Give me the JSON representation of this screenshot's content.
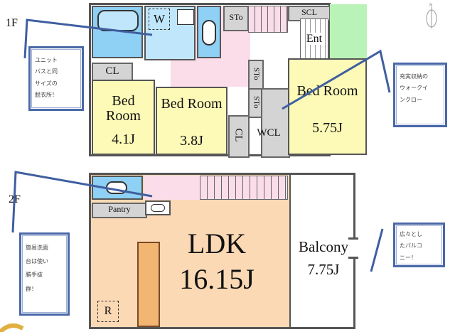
{
  "floors": {
    "first": {
      "label": "1F",
      "rooms": {
        "bed1": {
          "name": "Bed Room",
          "size": "4.1J"
        },
        "bed2": {
          "name": "Bed Room",
          "size": "3.8J"
        },
        "bed3": {
          "name": "Bed Room",
          "size": "5.75J"
        },
        "cl1": "CL",
        "cl2": "CL",
        "wcl": "WCL",
        "sto1": "STo",
        "sto2": "STo",
        "sto3": "STo",
        "scl": "SCL",
        "ent": "Ent",
        "washer": "W"
      },
      "notes": {
        "washroom": [
          "ユニット",
          "バスと同",
          "サイズの",
          "脱衣所！"
        ],
        "closet": [
          "充実収納の",
          "ウォークイ",
          "ンクロー"
        ]
      }
    },
    "second": {
      "label": "2F",
      "rooms": {
        "ldk": {
          "name": "LDK",
          "size": "16.15J"
        },
        "balcony": {
          "name": "Balcony",
          "size": "7.75J"
        },
        "pantry": "Pantry",
        "fridge": "R"
      },
      "notes": {
        "sink": [
          "簡易洗面",
          "台は使い",
          "勝手抜",
          "群！"
        ],
        "balcony": [
          "広々とし",
          "たバルコ",
          "ニー！"
        ]
      }
    }
  },
  "compass": "N",
  "colors": {
    "bath": "#8fd0f5",
    "wash": "#bfe6fb",
    "hall": "#fbdde9",
    "bed": "#fdfab8",
    "ldk": "#fbd9b5",
    "entry": "#b9f3b7",
    "note_border": "#4a68a8"
  }
}
